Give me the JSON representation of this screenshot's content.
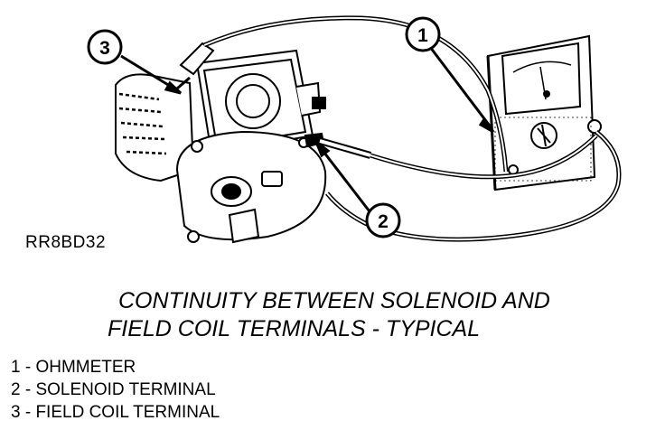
{
  "figure_code": "RR8BD32",
  "caption": {
    "line1": "CONTINUITY BETWEEN SOLENOID AND",
    "line2": "FIELD COIL TERMINALS - TYPICAL"
  },
  "callouts": [
    "1",
    "2",
    "3"
  ],
  "legend": [
    "1 - OHMMETER",
    "2 - SOLENOID TERMINAL",
    "3 - FIELD COIL TERMINAL"
  ]
}
